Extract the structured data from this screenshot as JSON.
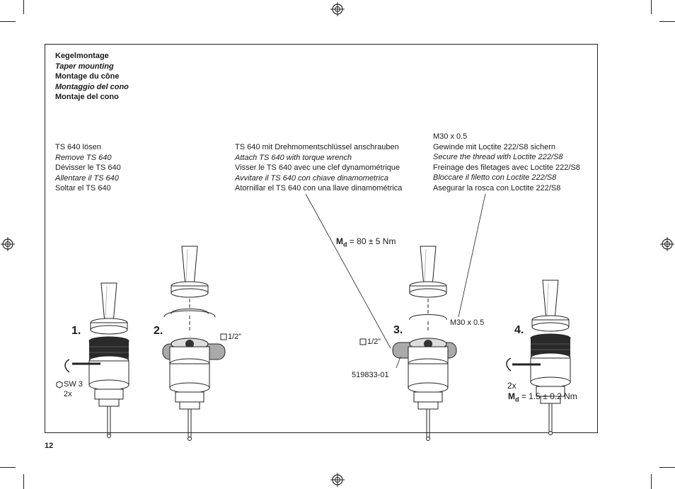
{
  "header": {
    "de": "Kegelmontage",
    "en": "Taper mounting",
    "fr": "Montage du cône",
    "it": "Montaggio del cono",
    "es": "Montaje del cono"
  },
  "instructions": {
    "remove": [
      "TS 640 lösen",
      "Remove TS 640",
      "Dévisser le TS 640",
      "Allentare il TS 640",
      "Soltar el TS 640"
    ],
    "attach": [
      "TS 640 mit Drehmomentschlüssel anschrauben",
      "Attach TS 640 with torque wrench",
      "Visser le TS 640 avec une clef dynamométrique",
      "Avvitare il TS 640 con chiave dinamometrica",
      "Atornillar el TS 640 con una llave dinamométrica"
    ],
    "thread_spec": "M30 x 0.5",
    "secure": [
      "Gewinde mit Loctite 222/S8 sichern",
      "Secure the thread with Loctite 222/S8",
      "Freinage des filetages avec Loctite 222/S8",
      "Bloccare il filetto con Loctite 222/S8",
      "Asegurar la rosca con Loctite 222/S8"
    ]
  },
  "labels": {
    "torque_main_sym": "M",
    "torque_main_sub": "d",
    "torque_main_val": " = 80 ± 5 Nm",
    "sw": "SW 3",
    "sw_count": "2x",
    "square_drive_1": "1/2”",
    "square_drive_2": "1/2”",
    "part_no": "519833-01",
    "thread_callout": "M30 x 0.5",
    "count_4": "2x",
    "torque_4_sym": "M",
    "torque_4_sub": "d",
    "torque_4_val": " = 1.5 ± 0.2 Nm"
  },
  "steps": [
    "1.",
    "2.",
    "3.",
    "4."
  ],
  "page_number": "12"
}
